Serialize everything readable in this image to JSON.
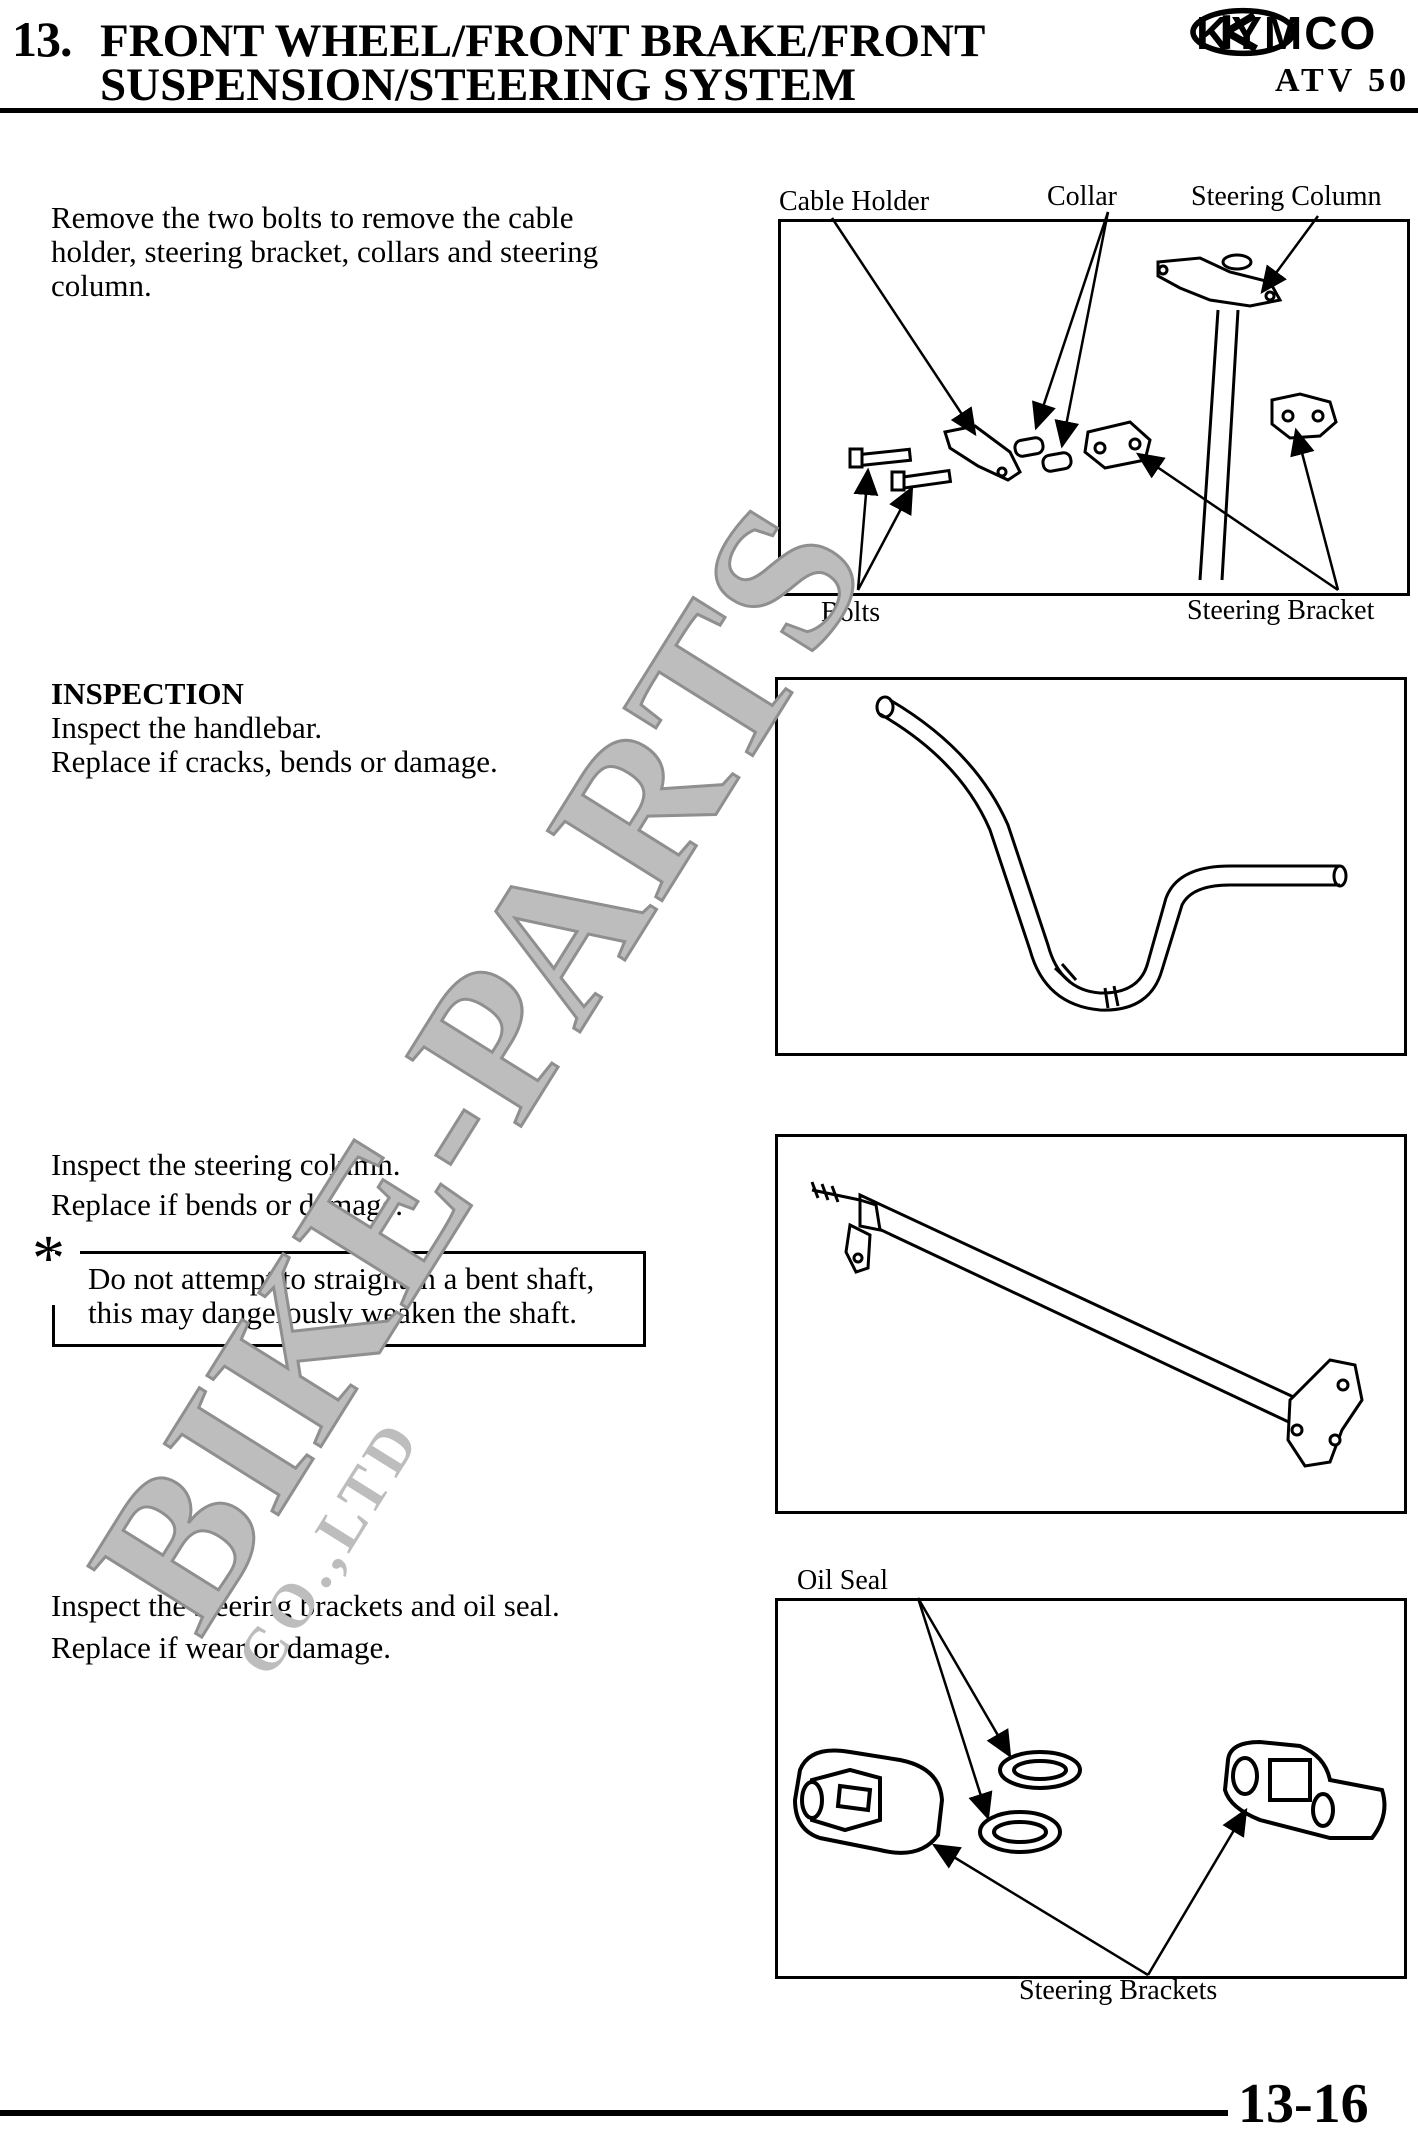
{
  "header": {
    "chapter_number": "13.",
    "title_line1": "FRONT WHEEL/FRONT BRAKE/FRONT",
    "title_line2": "SUSPENSION/STEERING SYSTEM",
    "brand": "KYMCO",
    "model": "ATV 50"
  },
  "sections": [
    {
      "text_lines": [
        "Remove the two bolts to remove the cable",
        "holder, steering bracket, collars and steering",
        "column."
      ],
      "figure": {
        "callouts": {
          "cable_holder": "Cable Holder",
          "collar": "Collar",
          "steering_column": "Steering Column",
          "bolts": "Bolts",
          "steering_bracket": "Steering Bracket"
        }
      }
    },
    {
      "heading": "INSPECTION",
      "text_lines": [
        "Inspect the handlebar.",
        "Replace if cracks, bends or damage."
      ]
    },
    {
      "text_lines": [
        "Inspect the steering column.",
        "Replace if bends or damage."
      ],
      "note": {
        "symbol": "*",
        "lines": [
          "Do not attempt to straighten a bent shaft,",
          "this may dangerously weaken the shaft."
        ]
      }
    },
    {
      "text_lines": [
        "Inspect the steering brackets and oil seal.",
        "Replace if wear or damage."
      ],
      "figure": {
        "callouts": {
          "oil_seal": "Oil Seal",
          "steering_brackets": "Steering Brackets"
        }
      }
    }
  ],
  "watermark": {
    "main": "BIKE-PARTS",
    "sub": "CO.,LTD",
    "color": "#bdbdbd"
  },
  "footer": {
    "page_number": "13-16"
  }
}
